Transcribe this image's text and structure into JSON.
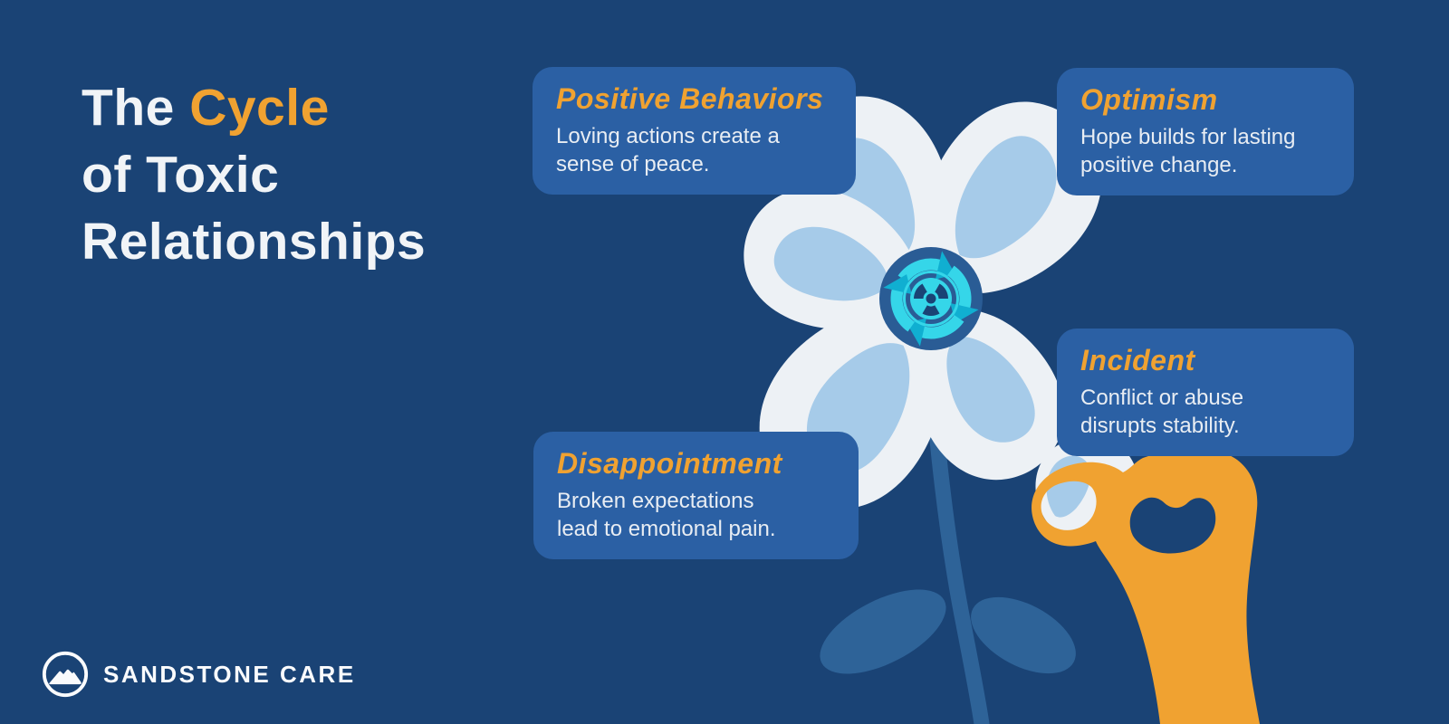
{
  "title": {
    "word_white": "The",
    "word_accent": "Cycle",
    "line2": "of Toxic",
    "line3": "Relationships"
  },
  "stages": [
    {
      "name": "Positive Behaviors",
      "description": "Loving actions create a\nsense of peace."
    },
    {
      "name": "Optimism",
      "description": "Hope builds for lasting\npositive change."
    },
    {
      "name": "Incident",
      "description": "Conflict or abuse\ndisrupts stability."
    },
    {
      "name": "Disappointment",
      "description": "Broken expectations\nlead to emotional pain."
    }
  ],
  "brand": {
    "name": "SANDSTONE CARE"
  },
  "icons": {
    "center": "cycle-arrows-icon",
    "hazard": "radiation-icon",
    "brand": "mountain-circle-icon",
    "flower": "daisy-flower-illustration",
    "hand": "hand-plucking-petal-illustration"
  },
  "colors": {
    "background": "#1A4375",
    "card_blue": "#2B60A4",
    "accent_orange": "#F0A231",
    "title_white": "#F1F4F7",
    "body_text": "#E8EDF3",
    "petal_white": "#EDF1F5",
    "petal_light_blue": "#A6CBE9",
    "stem_leaf_blue": "#2E6398",
    "hub_blue": "#2A5C95",
    "cycle_cyan": "#35D6E9",
    "cycle_cyan_dark": "#10AFD1",
    "hand_orange": "#F0A231"
  }
}
